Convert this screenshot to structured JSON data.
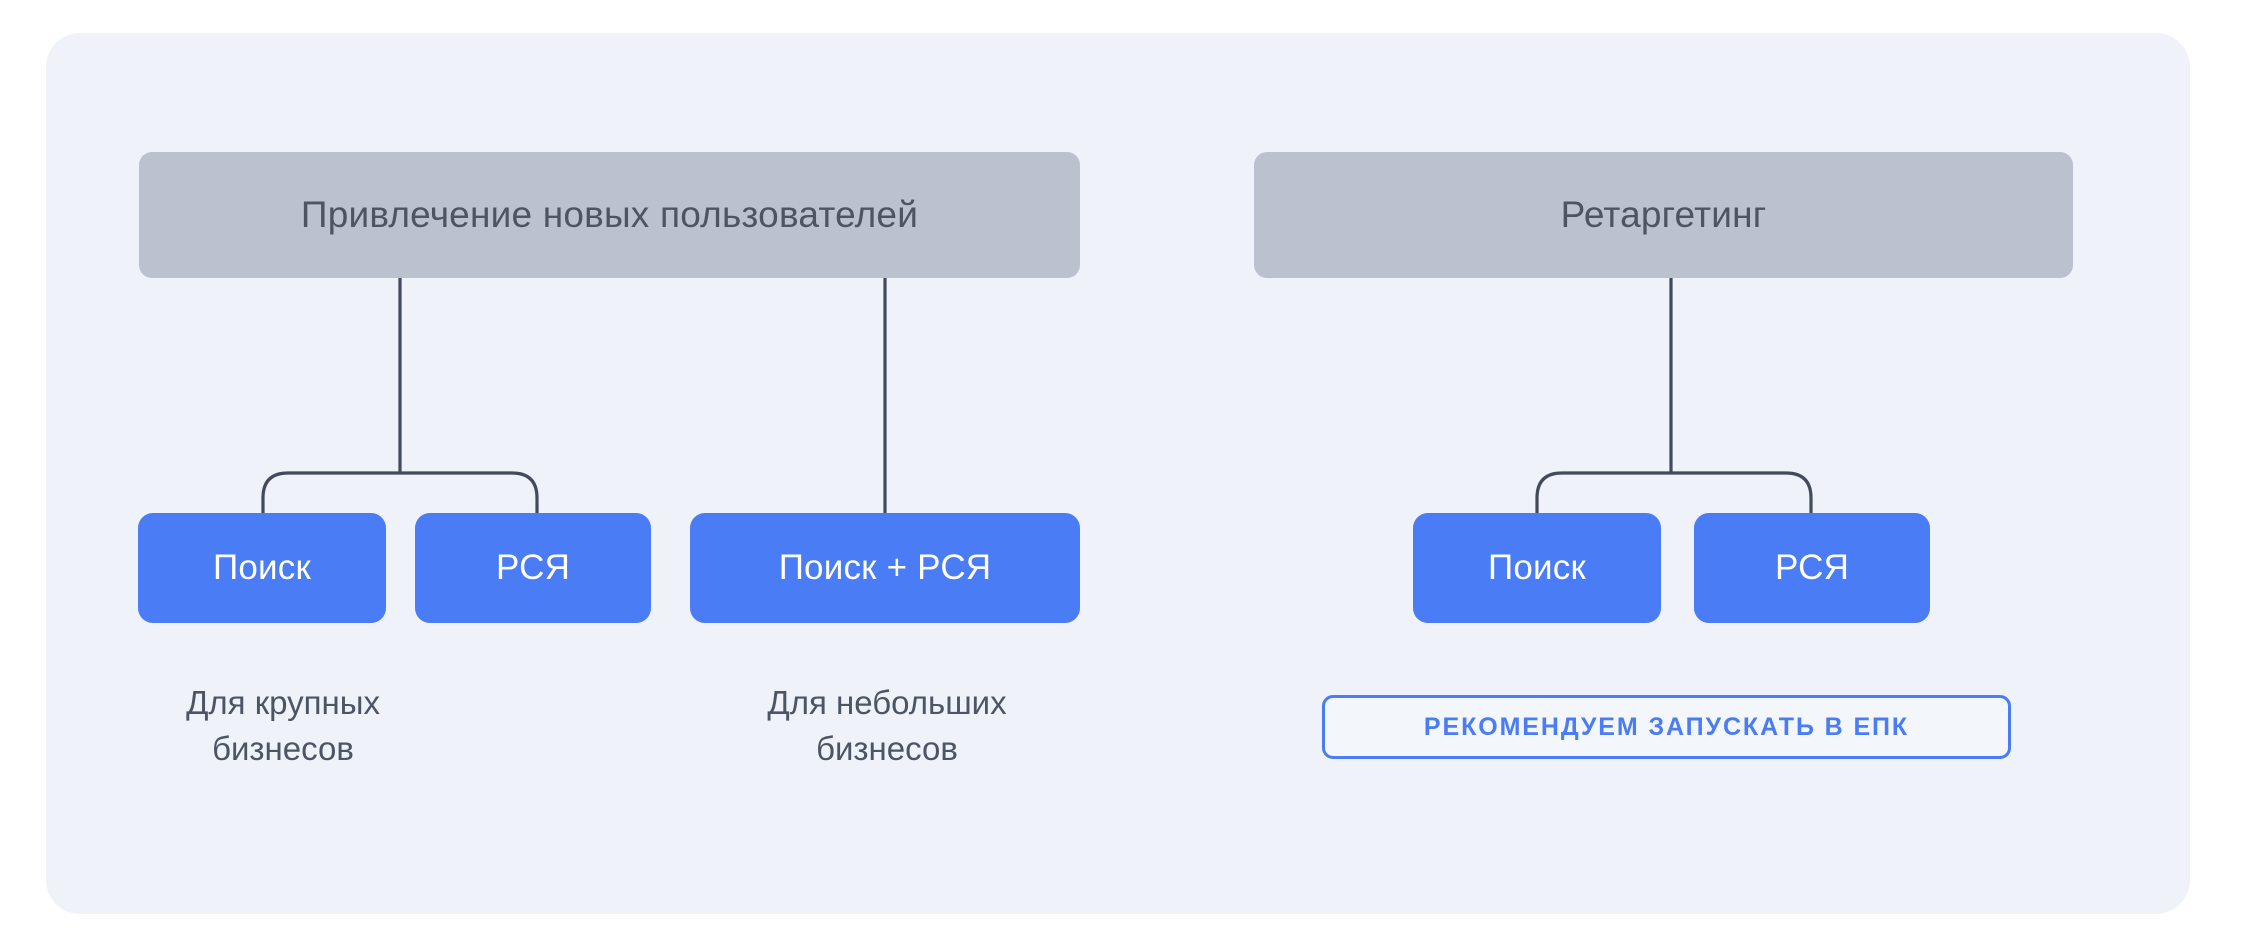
{
  "diagram": {
    "title_groups": [
      {
        "label": "Привлечение новых пользователей"
      },
      {
        "label": "Ретаргетинг"
      }
    ],
    "chips": [
      {
        "label": "Поиск"
      },
      {
        "label": "РСЯ"
      },
      {
        "label": "Поиск + РСЯ"
      },
      {
        "label": "Поиск"
      },
      {
        "label": "РСЯ"
      }
    ],
    "captions": [
      {
        "text": "Для крупных\nбизнесов"
      },
      {
        "text": "Для небольших\nбизнесов"
      }
    ],
    "badge": {
      "label": "РЕКОМЕНДУЕМ ЗАПУСКАТЬ В ЕПК"
    },
    "colors": {
      "panel_background": "#eff2f8",
      "group_box": "#bcc1d0",
      "group_box_text": "#4d5565",
      "chip": "#4a7cf5",
      "chip_text": "#ffffff",
      "caption_text": "#4d5565",
      "badge_border": "#4a7cf5",
      "badge_text": "#4a7cf5",
      "connector_line": "#424a5c",
      "page_background": "#ffffff"
    }
  }
}
